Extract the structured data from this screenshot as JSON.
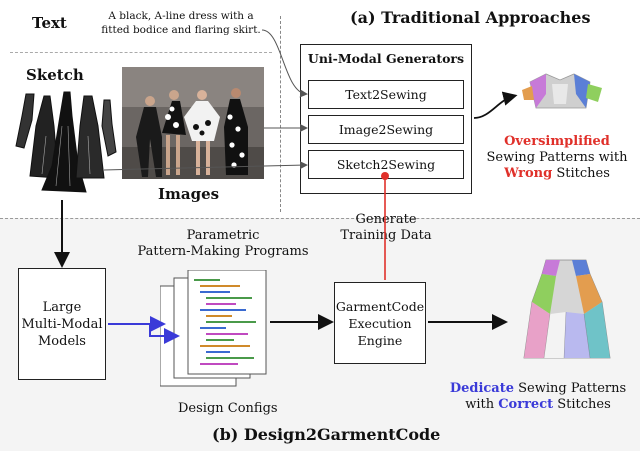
{
  "top": {
    "text_label": "Text",
    "prompt_line1": "A black, A-line dress with a",
    "prompt_line2": "fitted bodice and flaring skirt.",
    "sketch_label": "Sketch",
    "images_label": "Images",
    "section_title": "(a) Traditional Approaches",
    "uni_modal_title": "Uni-Modal Generators",
    "generators": [
      "Text2Sewing",
      "Image2Sewing",
      "Sketch2Sewing"
    ],
    "result_line1_colored": "Oversimplified",
    "result_line2": "Sewing Patterns with",
    "result_line3_colored": "Wrong",
    "result_line3_rest": " Stitches",
    "generate_line1": "Generate",
    "generate_line2": "Training Data"
  },
  "bottom": {
    "llm_line1": "Large",
    "llm_line2": "Multi-Modal",
    "llm_line3": "Models",
    "programs_line1": "Parametric",
    "programs_line2": "Pattern-Making  Programs",
    "configs_label": "Design Configs",
    "engine_line1": "GarmentCode",
    "engine_line2": "Execution",
    "engine_line3": "Engine",
    "result_line1_colored": "Dedicate",
    "result_line1_rest": " Sewing Patterns",
    "result_line2_prefix": "with ",
    "result_line2_colored": "Correct",
    "result_line2_rest": " Stitches",
    "section_title": "(b) Design2GarmentCode"
  },
  "colors": {
    "red": "#e0302a",
    "blue": "#3a3ad8",
    "panel_bottom": "#f4f4f4"
  }
}
